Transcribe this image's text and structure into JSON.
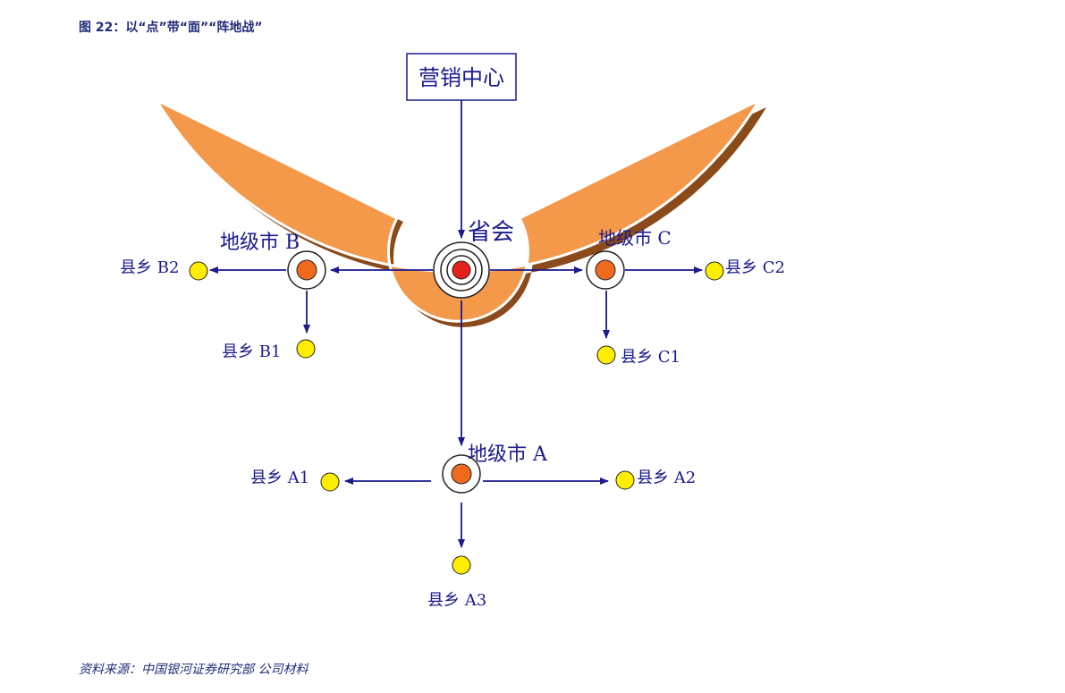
{
  "title": "图 22：以“点”带“面”“阵地战”",
  "source": "资料来源：中国银河证券研究部 公司材料",
  "colors": {
    "fan_fill": "#f4984a",
    "fan_shadow": "#8a4a1a",
    "arrow": "#1a1a8c",
    "node_center": "#e6211b",
    "node_city": "#f06a1e",
    "node_county": "#ffee00",
    "label": "#1a1a8c"
  },
  "diagram": {
    "marketing_center": "营销中心",
    "capital": "省会",
    "city_a": "地级市 A",
    "city_b": "地级市 B",
    "city_c": "地级市 C",
    "county_a1": "县乡 A1",
    "county_a2": "县乡 A2",
    "county_a3": "县乡 A3",
    "county_b1": "县乡 B1",
    "county_b2": "县乡 B2",
    "county_c1": "县乡 C1",
    "county_c2": "县乡 C2"
  }
}
